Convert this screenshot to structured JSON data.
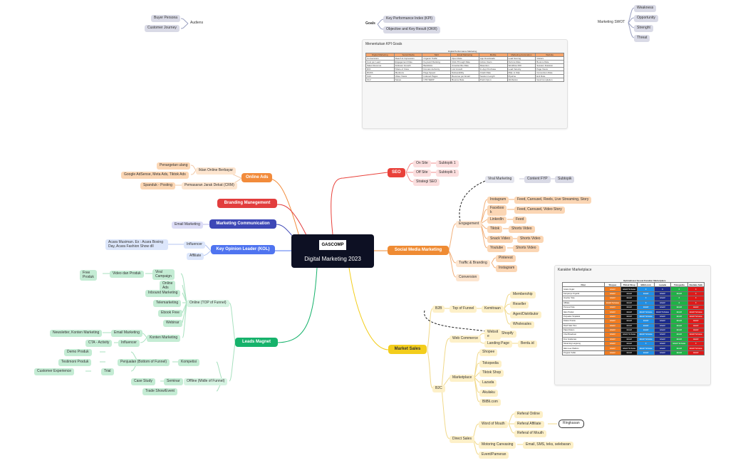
{
  "center": {
    "logo": "GASCOMP",
    "title": "Digital Marketing 2023"
  },
  "colors": {
    "seo": "#e9413a",
    "social": "#ef8b33",
    "market": "#f3cd1c",
    "leads": "#16b26b",
    "online_ads": "#f28b3b",
    "branding": "#e23d3d",
    "marketing_comm": "#3d47b6",
    "kol": "#4f74f0"
  },
  "top_left": {
    "audiens": "Audiens",
    "persona": "Buyer Persona",
    "journey": "Customer Journey"
  },
  "goals": {
    "label": "Goals",
    "kpi": "Key Performance Index (KPI)",
    "okr": "Objective and Key Result (OKR)"
  },
  "swot": {
    "label": "Marketing SWOT",
    "weakness": "Weakness",
    "opportunity": "Opportunity",
    "strength": "Strenght",
    "threat": "Threat"
  },
  "kpi_card": {
    "title": "Menentukan KPI Goals",
    "table_title": "Digital Performance Marketing",
    "headers": [
      "Digital Marketing",
      "Social Media",
      "SEO",
      "Email Marketing",
      "Mobile",
      "Marketing Automation",
      "Website"
    ],
    "rows": [
      [
        "Conversions",
        "Reach & Impression",
        "Organic Traffic",
        "Open Rate",
        "App Downloads",
        "Lead Scoring",
        "Visitors"
      ],
      [
        "Cost per Lead",
        "Engagement Rate",
        "Keyword Ranking",
        "Click-Through Rate",
        "Active Users",
        "Nurture Rate",
        "Bounce Rate"
      ],
      [
        "Sales Revenue",
        "Follower Growth",
        "Backlinks",
        "Unsubscribe Rate",
        "Retention",
        "Workflow ROI",
        "Session Duration"
      ],
      [
        "ROI",
        "Share of Voice",
        "Domain Authority",
        "List Growth",
        "In-App Purchase",
        "Lead Velocity",
        "Page Views"
      ],
      [
        "ROAS",
        "Mentions",
        "Page Speed",
        "Deliverability",
        "Crash Rate",
        "MQL to SQL",
        "Conversion Rate"
      ],
      [
        "CAC",
        "Video Views",
        "Indexed Pages",
        "Revenue per Email",
        "Session Length",
        "Pipeline",
        "Exit Rate"
      ],
      [
        "CLV",
        "Saves",
        "CTR SERP",
        "Bounce Rate",
        "Push Opt-in",
        "Attribution",
        "Goal Completion"
      ]
    ]
  },
  "marketplace_card": {
    "title": "Karakter Marketplace",
    "subtitle": "Optimalisasi Sesuai Karakter Marketplace",
    "headers": [
      "Fitur",
      "Shopee",
      "Tiktok Shop",
      "Blibli.com",
      "Lazada",
      "Tokopedia",
      "Akulaku Safe"
    ],
    "rows": [
      [
        "Gratis Ongkir",
        "Efektif",
        "Efektif Terbatas",
        "X",
        "X",
        "X",
        "X"
      ],
      [
        "Kampanye Organik",
        "Efektif",
        "Efektif",
        "Efektif",
        "Efektif",
        "Efektif",
        "X"
      ],
      [
        "Voucher Toko",
        "Efektif",
        "Efektif",
        "X",
        "Efektif",
        "X",
        "X"
      ],
      [
        "Affiliate",
        "Efektif Terbatas",
        "Efektif",
        "X",
        "Efektif",
        "X",
        "X"
      ],
      [
        "Promosi Toko",
        "Efektif",
        "Efektif",
        "Efektif",
        "Efektif",
        "Efektif",
        "Efektif"
      ],
      [
        "Iklan Produk",
        "Efektif",
        "Efektif",
        "Efektif Terbatas",
        "Efektif Terbatas",
        "Efektif",
        "Efektif Terbatas"
      ],
      [
        "Penjualan Terjadwal",
        "Efektif",
        "Efektif",
        "Efektif Terbatas",
        "Efektif",
        "Efektif",
        "Efektif Terbatas"
      ],
      [
        "Diskon Produk",
        "Efektif",
        "Efektif",
        "Efektif",
        "Efektif",
        "Efektif",
        "Efektif"
      ],
      [
        "Flash Sale Toko",
        "Efektif",
        "Efektif",
        "Efektif",
        "Efektif",
        "Efektif",
        "Efektif"
      ],
      [
        "Paket Diskon",
        "Efektif",
        "Efektif",
        "Efektif",
        "Efektif",
        "Efektif",
        "Efektif"
      ],
      [
        "Chat Broadcast",
        "Efektif",
        "Efektif Terbatas",
        "Efektif Terbatas",
        "Efektif",
        "Efektif",
        "Efektif Terbatas"
      ],
      [
        "Fitur Kolaborasi",
        "Efektif",
        "Efektif",
        "Efektif Terbatas",
        "Efektif",
        "Efektif",
        "Efektif"
      ],
      [
        "Streaming Langsung",
        "Efektif",
        "Efektif",
        "X",
        "Efektif",
        "Efektif Terbatas",
        "X"
      ],
      [
        "Iklan Luar Platform",
        "Efektif",
        "Efektif Terbatas",
        "Efektif Terbatas",
        "Efektif",
        "Efektif",
        "Efektif Terbatas"
      ],
      [
        "Program Seller",
        "Efektif",
        "Efektif",
        "Efektif",
        "Efektif",
        "Efektif",
        "Efektif"
      ]
    ]
  },
  "online_ads": {
    "label": "Online Ads",
    "iklan_online": "Iklan Online Berbayar",
    "retargeting": "Penargetan ulang",
    "google_ads": "Google AdSense, Meta Ads, Tiktok Ads",
    "pemasaran_jarak": "Pemasaran Jarak Dekat (CRM)",
    "spanduk": "Spanduk - Posting"
  },
  "branding": {
    "label": "Branding Manegement"
  },
  "marketing_comm": {
    "label": "Marketing Communication",
    "email": "Email Marketing"
  },
  "kol": {
    "label": "Key Opinion Leader (KOL)",
    "influencer": "Influencer",
    "affiliate": "Affiliate",
    "acara": "Acara Musiman. Ex : Acara Boxing Day, Acara Fashion Show dll"
  },
  "seo": {
    "label": "SEO",
    "on_site": "On Site",
    "off_site": "Off Site",
    "strategi": "Strategi SEO",
    "subtopik1": "Subtopik 1",
    "subtopik2": "Subtopik 1"
  },
  "viral": {
    "label": "Viral Marketing",
    "content": "Content FYP",
    "subtopik": "Subtopik"
  },
  "social": {
    "label": "Social Media Marketing",
    "engagement": "Engagement",
    "instagram": "Instagram",
    "instagram_desc": "Feed, Carousel, Reels, Live Streaming, Story",
    "facebook": "Faceboo\nk",
    "facebook_desc": "Feed, Carousel, Video Story",
    "linkedin": "LinkedIn",
    "linkedin_desc": "Feed",
    "tiktok": "Tiktok",
    "tiktok_desc": "Shorts Video",
    "snack": "Snack Video",
    "snack_desc": "Shorts Video",
    "youtube": "Youtube",
    "youtube_desc": "Shorts Video",
    "traffic": "Traffic & Branding",
    "pinterest": "Pinterest",
    "instagram2": "Instagram",
    "conversion": "Conversion"
  },
  "market": {
    "label": "Market Sales",
    "b2b": "B2B",
    "top_funnel": "Top of Funnel",
    "kemitraan": "Kemitraan",
    "membership": "Membership",
    "reseller": "Reseller",
    "agen": "Agen/Distributor",
    "wholesales": "Wholesales",
    "b2c": "B2C",
    "web_commerce": "Web Commerce",
    "website": "Websit\ne",
    "shopify": "Shopify",
    "landing": "Landing Page",
    "berdu": "Berdu.id",
    "marketplace": "Marketplace",
    "shopee": "Shopee",
    "tokopedia": "Tokopedia",
    "tiktokshop": "Tiktok Shop",
    "lazada": "Lazada",
    "akulaku": "Akulaku",
    "blibli": "BliBli.com",
    "direct": "Direct Sales",
    "wom": "Word of Mouth",
    "ref_online": "Referal Online",
    "ref_affiliate": "Referal Affiliate",
    "ref_mouth": "Referal of Mouth",
    "ringkasan": "Ringkasan",
    "motoring": "Motoring Canvasing",
    "motoring_desc": "Email, SMS, teks, selebaran",
    "event": "Event/Pameran"
  },
  "leads": {
    "label": "Leads Magnet",
    "online": "Online (TOP of Funnel)",
    "viral": "Viral\nCampaign",
    "video": "Video dan Produk",
    "free": "Free\nProduk",
    "online_ads": "Online\nAds",
    "inbound": "Inbound Marketing",
    "tele": "Telemarketing",
    "ebook": "Ebook Free",
    "webinar": "Webinar",
    "konten": "Konten Marketing",
    "email": "Email Marketing",
    "newsletter": "Newsletter, Konten Marketing",
    "influencer": "Influencer",
    "cta": "CTA - Activity",
    "offline": "Offline (Midle of Funnel)",
    "kompetisi": "Kompetisi",
    "penjualan": "Penjualan (Bottom of Funnel)",
    "demo": "Demo Produk",
    "testimoni": "Testimoni Produk",
    "trial": "Trial",
    "customer": "Customer Experience",
    "seminar": "Seminar",
    "case": "Case Study",
    "trade": "Trade Show/Event"
  }
}
